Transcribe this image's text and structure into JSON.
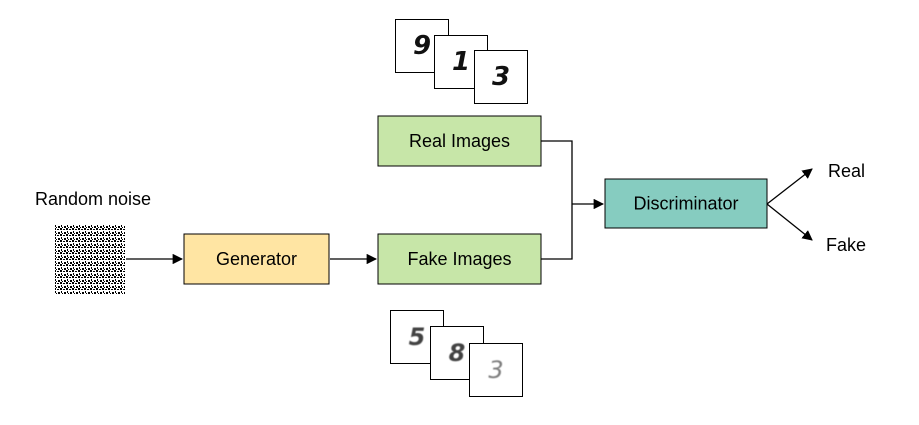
{
  "nodes": {
    "noise_label": "Random noise",
    "generator": "Generator",
    "real_images": "Real Images",
    "fake_images": "Fake Images",
    "discriminator": "Discriminator",
    "real_output": "Real",
    "fake_output": "Fake"
  },
  "real_samples": [
    "9",
    "1",
    "3"
  ],
  "fake_samples": [
    "5",
    "8",
    "3"
  ],
  "colors": {
    "generator_fill": "#ffe5a3",
    "images_fill": "#c7e6a8",
    "discriminator_fill": "#86ccc0",
    "stroke": "#000000"
  }
}
